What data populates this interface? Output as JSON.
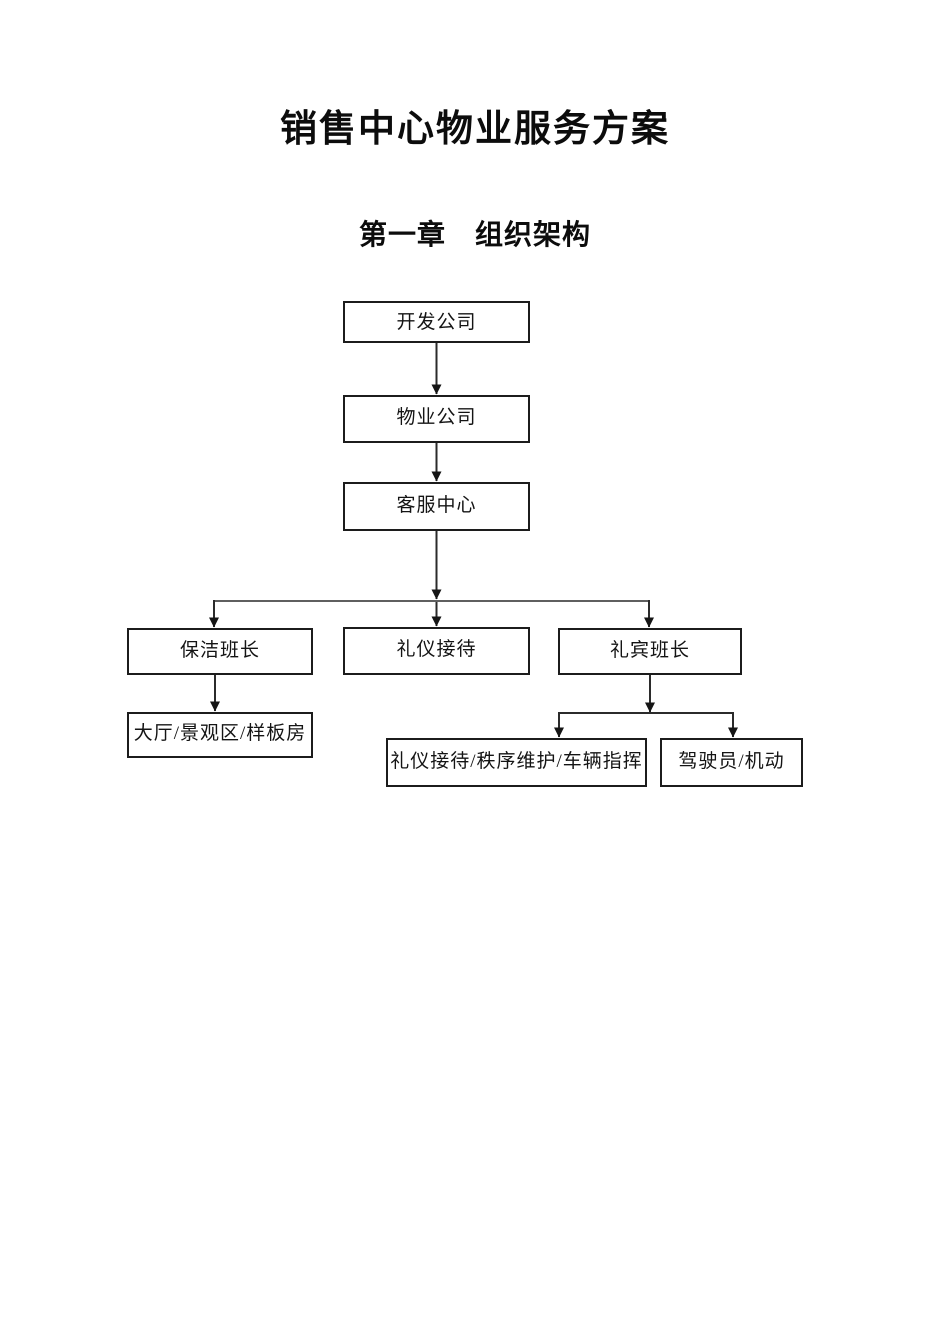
{
  "document": {
    "title": "销售中心物业服务方案",
    "chapter_heading": "第一章　组织架构"
  },
  "org_chart": {
    "type": "org-flowchart",
    "nodes": {
      "dev_company": {
        "label": "开发公司"
      },
      "property_company": {
        "label": "物业公司"
      },
      "service_center": {
        "label": "客服中心"
      },
      "cleaning_leader": {
        "label": "保洁班长"
      },
      "etiquette_reception": {
        "label": "礼仪接待"
      },
      "concierge_leader": {
        "label": "礼宾班长"
      },
      "hall_area": {
        "label": "大厅/景观区/样板房"
      },
      "reception_order_vehicle": {
        "label": "礼仪接待/秩序维护/车辆指挥"
      },
      "driver_mobile": {
        "label": "驾驶员/机动"
      }
    },
    "edges": [
      {
        "from": "开发公司",
        "to": "物业公司"
      },
      {
        "from": "物业公司",
        "to": "客服中心"
      },
      {
        "from": "客服中心",
        "to": "保洁班长"
      },
      {
        "from": "客服中心",
        "to": "礼仪接待"
      },
      {
        "from": "客服中心",
        "to": "礼宾班长"
      },
      {
        "from": "保洁班长",
        "to": "大厅/景观区/样板房"
      },
      {
        "from": "礼宾班长",
        "to": "礼仪接待/秩序维护/车辆指挥"
      },
      {
        "from": "礼宾班长",
        "to": "驾驶员/机动"
      }
    ]
  },
  "colors": {
    "page_background": "#ffffff",
    "box_border": "#1c1c1c",
    "connector_line": "#2b2b2b",
    "junction_line": "#5f5f5f",
    "text": "#0c0c0c"
  }
}
